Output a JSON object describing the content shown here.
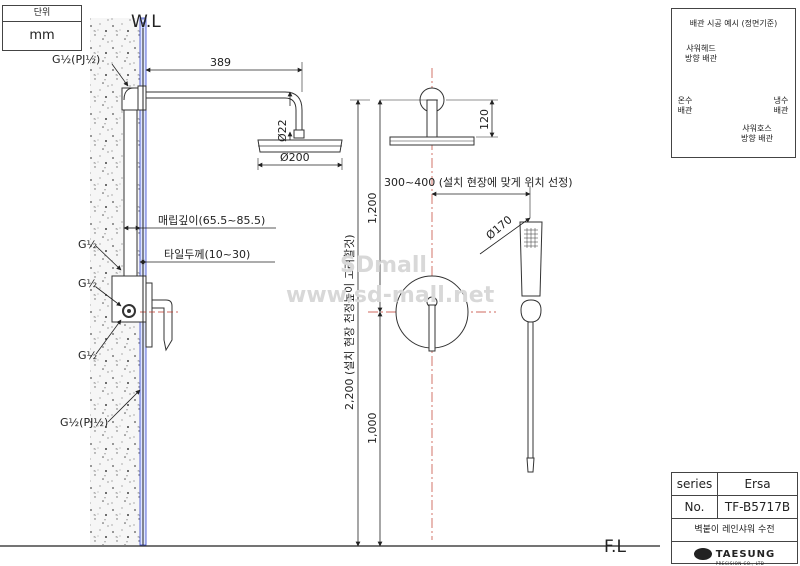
{
  "unit_box": {
    "label": "단위",
    "value": "mm"
  },
  "levels": {
    "wall_line": "W.L",
    "floor_line": "F.L"
  },
  "side_view": {
    "labels": {
      "top_connector": "G½(PJ½)",
      "bottom_connector": "G½(PJ½)",
      "thread_upper": "G½",
      "thread_middle": "G½",
      "thread_lower": "G½"
    },
    "dims": {
      "arm_length": "389",
      "pipe_diameter": "Ø22",
      "head_diameter": "Ø200",
      "embed_depth": "매립깊이(65.5~85.5)",
      "tile_thickness": "타일두께(10~30)"
    }
  },
  "front_view": {
    "dims": {
      "head_drop": "120",
      "hand_shower_offset": "300~400 (설치 현장에 맞게 위치 선정)",
      "hand_shower_diameter": "Ø170",
      "upper_height": "1,200",
      "lower_height": "1,000",
      "total_height": "2,200 (설치 현장 천정높이 고려할것)"
    }
  },
  "watermark": {
    "line1": "SDmall",
    "line2": "www.sd-mall.net"
  },
  "install_example": {
    "title": "배관 시공 예시 (정면기준)",
    "head_dir": "샤워헤드\n방향 배관",
    "hot": "온수\n배관",
    "cold": "냉수\n배관",
    "hose_dir": "샤워호스\n방향 배관",
    "colors": {
      "hot": "#e0352b",
      "cold": "#2a3fd6"
    }
  },
  "title_block": {
    "series_label": "series",
    "series_value": "Ersa",
    "no_label": "No.",
    "no_value": "TF-B5717B",
    "description": "벽붙이 레인샤워 수전",
    "brand": "TAESUNG",
    "brand_sub": "PRECISION CO., LTD"
  }
}
